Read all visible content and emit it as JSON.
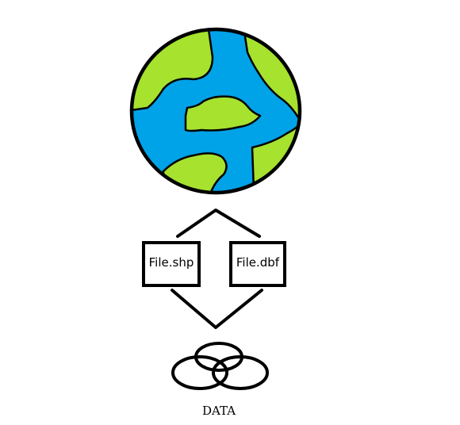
{
  "diagram": {
    "colors": {
      "ocean": "#00a2e8",
      "land": "#a6e22e",
      "outline": "#000000",
      "background": "#ffffff"
    },
    "globe": {
      "icon": "earth-globe-icon"
    },
    "files": {
      "shp_label": "File.shp",
      "dbf_label": "File.dbf"
    },
    "data": {
      "icon": "interlocking-rings-icon",
      "label": "DATA"
    }
  }
}
